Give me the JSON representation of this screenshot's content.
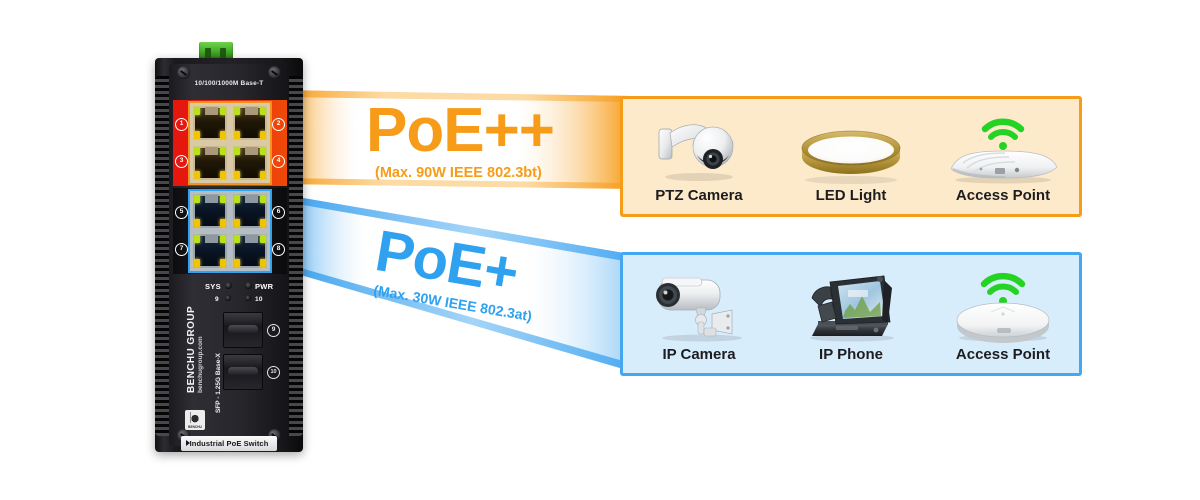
{
  "device": {
    "top_port_label": "10/100/1000M Base-T",
    "sfp_label": "SFP - 1.25G Base-X",
    "brand_name": "BENCHU GROUP",
    "brand_site": "benchugroup.com",
    "logo_sub": "BENCHU",
    "bottom_plate_label": "Industrial PoE Switch",
    "led_sys_label": "SYS",
    "led_pwr_label": "PWR",
    "led_num_left": "9",
    "led_num_right": "10",
    "rj45_ports": [
      "1",
      "2",
      "3",
      "4",
      "5",
      "6",
      "7",
      "8"
    ],
    "sfp_ports": [
      "9",
      "10"
    ],
    "poe_plus_plus_port_color": "#f2941c",
    "poe_plus_port_color": "#2ea3f2"
  },
  "beams": {
    "poe_pp": {
      "label": "PoE++",
      "spec": "(Max. 90W IEEE 802.3bt)",
      "color": "#f79c19"
    },
    "poe_p": {
      "label": "PoE+",
      "spec": "(Max. 30W IEEE 802.3at)",
      "color": "#2fa1ee"
    }
  },
  "panels": [
    {
      "id": "poe-pp-devices",
      "border_color": "#f79c19",
      "fill_color": "#fdeacb",
      "devices": [
        {
          "icon": "ptz-camera-icon",
          "label": "PTZ Camera"
        },
        {
          "icon": "led-light-icon",
          "label": "LED Light"
        },
        {
          "icon": "access-point-ceiling-icon",
          "label": "Access Point"
        }
      ]
    },
    {
      "id": "poe-p-devices",
      "border_color": "#45a7f0",
      "fill_color": "#d8edfc",
      "devices": [
        {
          "icon": "ip-camera-icon",
          "label": "IP Camera"
        },
        {
          "icon": "ip-phone-icon",
          "label": "IP Phone"
        },
        {
          "icon": "access-point-disc-icon",
          "label": "Access Point"
        }
      ]
    }
  ],
  "wifi_signal_color": "#25d324"
}
